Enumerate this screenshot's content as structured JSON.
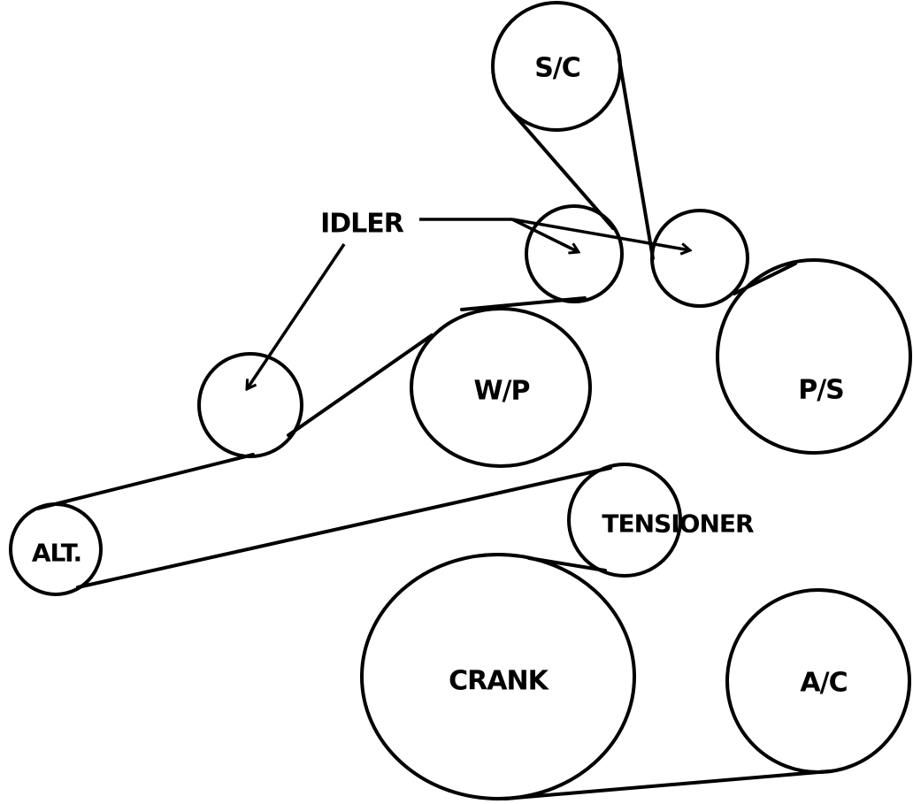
{
  "labels": {
    "sc": "S/C",
    "idler": "IDLER",
    "wp": "W/P",
    "ps": "P/S",
    "tensioner": "TENSIONER",
    "alt": "ALT.",
    "crank": "CRANK",
    "ac": "A/C"
  },
  "colors": {
    "stroke": "#000000",
    "background": "#ffffff"
  }
}
